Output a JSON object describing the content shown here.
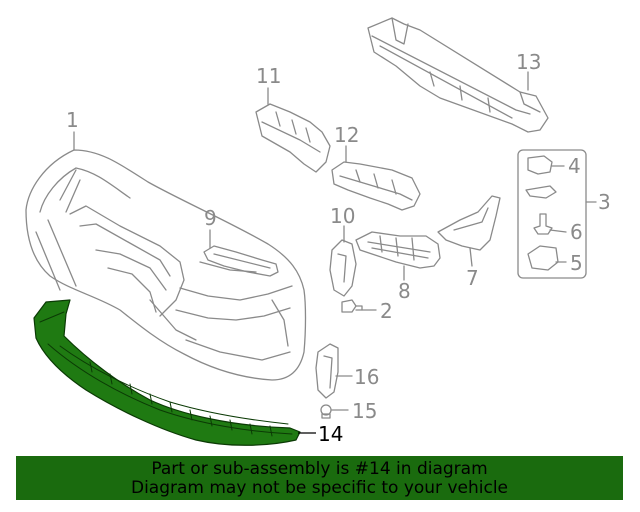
{
  "diagram": {
    "callouts": {
      "c1": "1",
      "c2": "2",
      "c3": "3",
      "c4": "4",
      "c5": "5",
      "c6": "6",
      "c7": "7",
      "c8": "8",
      "c9": "9",
      "c10": "10",
      "c11": "11",
      "c12": "12",
      "c13": "13",
      "c14": "14",
      "c15": "15",
      "c16": "16"
    },
    "highlight_part": "14"
  },
  "banner": {
    "line1": "Part or sub-assembly is #14 in diagram",
    "line2": "Diagram may not be specific to your vehicle"
  },
  "colors": {
    "line_art": "#8a8a8a",
    "highlight_fill": "#1f7a12",
    "banner_bg": "#1a6b0e",
    "banner_text": "#000000"
  }
}
